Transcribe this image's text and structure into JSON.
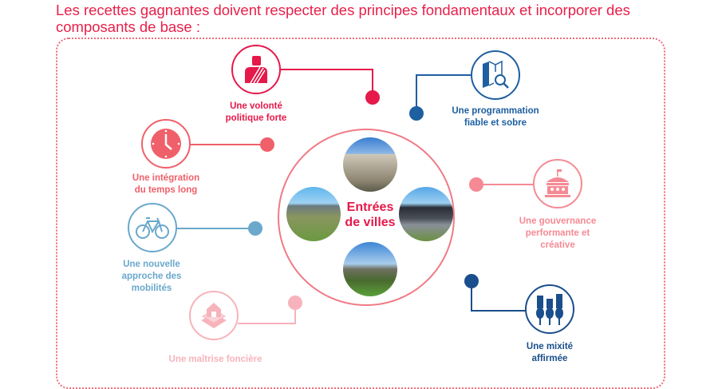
{
  "title": "Les recettes gagnantes doivent respecter des principes fondamentaux et incorporer des composants de base :",
  "hub": {
    "label_line1": "Entrées",
    "label_line2": "de villes"
  },
  "colors": {
    "title": "#e8204a",
    "red": "#e5194a",
    "coral": "#f0606a",
    "light_blue": "#6aa8cc",
    "blue": "#1d5fa0",
    "pink": "#f58a94",
    "light_pink": "#f7b3bb",
    "navy": "#1a4e8c"
  },
  "components": [
    {
      "icon": "politician-icon",
      "line1": "Une volonté",
      "line2": "politique forte"
    },
    {
      "icon": "clock-icon",
      "line1": "Une intégration",
      "line2": "du temps long"
    },
    {
      "icon": "bicycle-icon",
      "line1": "Une nouvelle",
      "line2": "approche des",
      "line3": "mobilités"
    },
    {
      "icon": "land-house-icon",
      "line1": "Une maîtrise foncière"
    },
    {
      "icon": "map-search-icon",
      "line1": "Une programmation",
      "line2": "fiable et sobre"
    },
    {
      "icon": "town-hall-icon",
      "line1": "Une gouvernance",
      "line2": "performante et",
      "line3": "créative"
    },
    {
      "icon": "city-trees-icon",
      "line1": "Une mixité",
      "line2": "affirmée"
    }
  ]
}
